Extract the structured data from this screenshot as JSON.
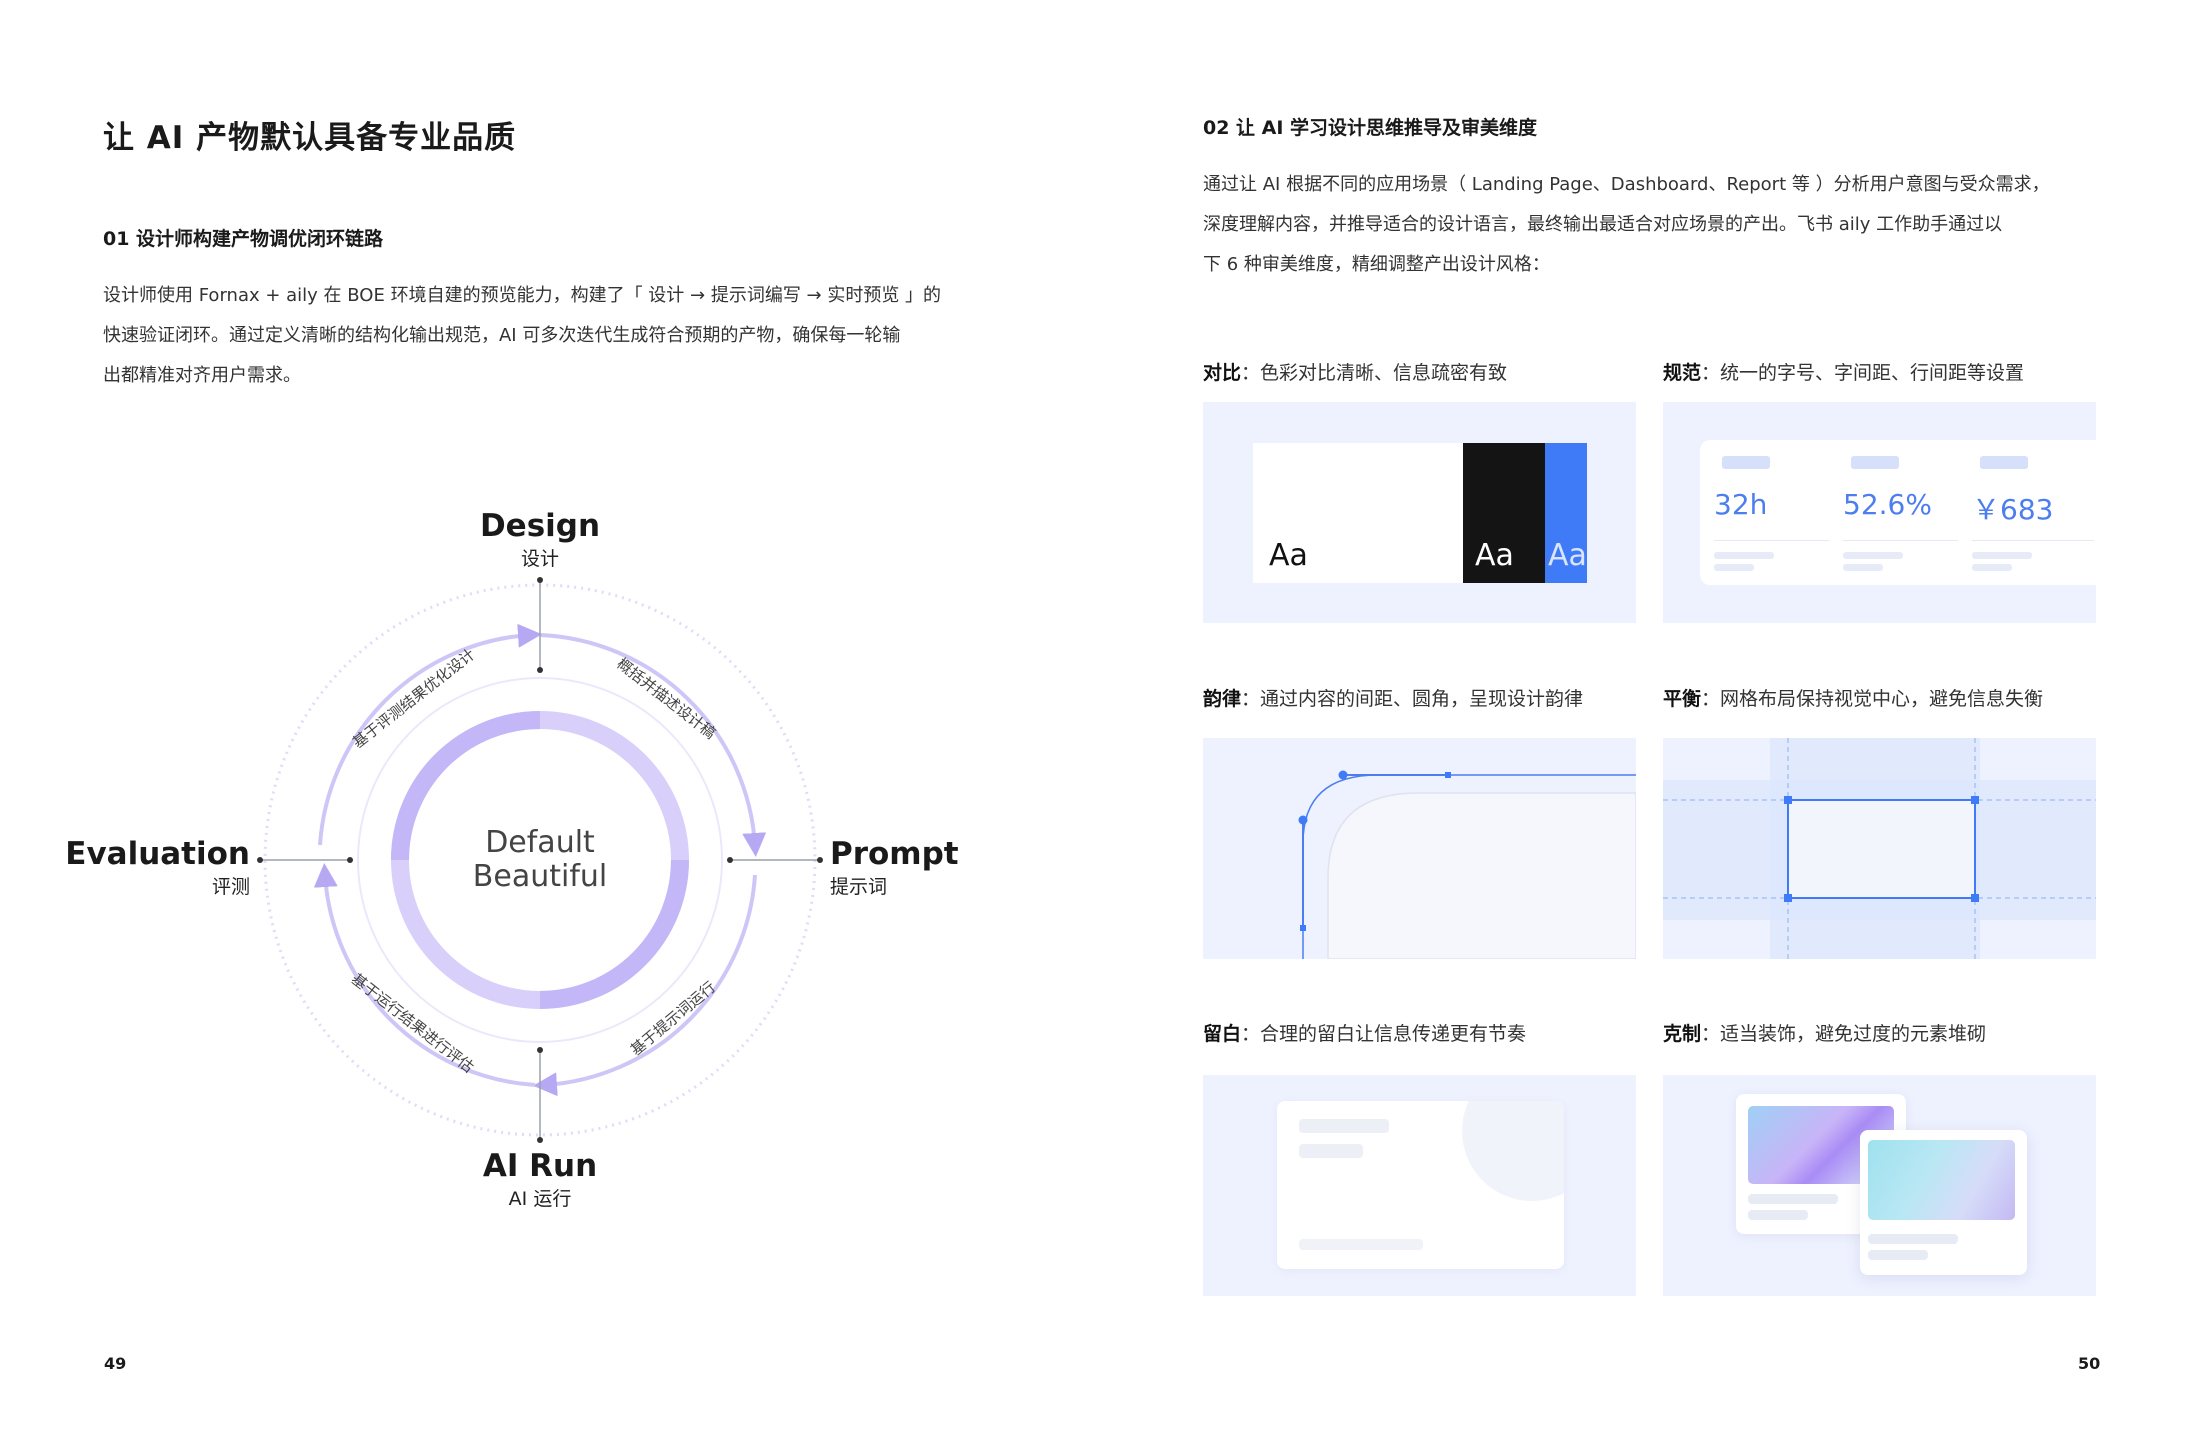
{
  "left": {
    "title": "让 AI 产物默认具备专业品质",
    "section_heading": "01  设计师构建产物调优闭环链路",
    "paragraph_lines": [
      "设计师使用 Fornax + aily 在 BOE 环境自建的预览能力，构建了「 设计 → 提示词编写 → 实时预览 」的",
      "快速验证闭环。通过定义清晰的结构化输出规范，AI 可多次迭代生成符合预期的产物，确保每一轮输",
      "出都精准对齐用户需求。"
    ],
    "diagram": {
      "center_line1": "Default",
      "center_line2": "Beautiful",
      "nodes": {
        "top": {
          "en": "Design",
          "zh": "设计"
        },
        "right": {
          "en": "Prompt",
          "zh": "提示词"
        },
        "bottom": {
          "en": "AI Run",
          "zh": "AI 运行"
        },
        "left": {
          "en": "Evaluation",
          "zh": "评测"
        }
      },
      "arc_labels": {
        "top_right": "概括并描述设计稿",
        "bottom_right": "基于提示词运行",
        "bottom_left": "基于运行结果进行评估",
        "top_left": "基于评测结果优化设计"
      }
    },
    "page_number": "49"
  },
  "right": {
    "section_heading": "02  让 AI 学习设计思维推导及审美维度",
    "paragraph_lines": [
      "通过让 AI 根据不同的应用场景（ Landing Page、Dashboard、Report 等 ）分析用户意图与受众需求，",
      "深度理解内容，并推导适合的设计语言，最终输出最适合对应场景的产出。飞书 aily 工作助手通过以",
      "下 6 种审美维度，精细调整产出设计风格："
    ],
    "dimensions": [
      {
        "title": "对比",
        "desc": "：色彩对比清晰、信息疏密有致"
      },
      {
        "title": "规范",
        "desc": "：统一的字号、字间距、行间距等设置"
      },
      {
        "title": "韵律",
        "desc": "：通过内容的间距、圆角，呈现设计韵律"
      },
      {
        "title": "平衡",
        "desc": "：网格布局保持视觉中心，避免信息失衡"
      },
      {
        "title": "留白",
        "desc": "：合理的留白让信息传递更有节奏"
      },
      {
        "title": "克制",
        "desc": "：适当装饰，避免过度的元素堆砌"
      }
    ],
    "contrast_samples": [
      "Aa",
      "Aa",
      "Aa"
    ],
    "metrics": [
      "32h",
      "52.6%",
      "￥683"
    ],
    "page_number": "50"
  },
  "colors": {
    "accent_blue": "#3f7bf6",
    "card_bg": "#eef1fe",
    "diagram_purple": "#b9acf5",
    "contrast_black": "#141414"
  }
}
